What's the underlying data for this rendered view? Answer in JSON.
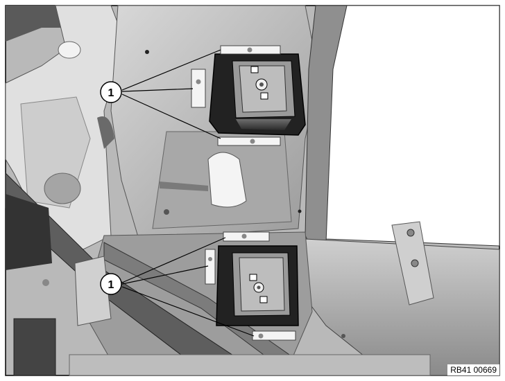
{
  "illustration": {
    "callouts": [
      {
        "label": "1"
      },
      {
        "label": "1"
      }
    ],
    "reference_code": "RB41 00669"
  }
}
